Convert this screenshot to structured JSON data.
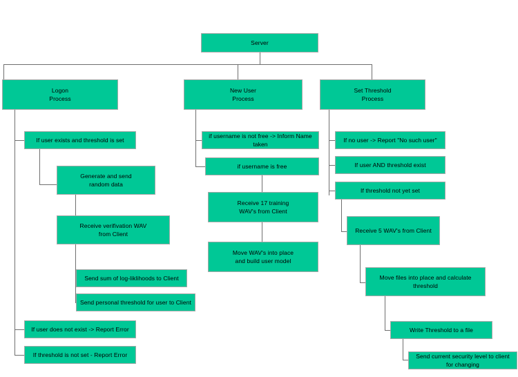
{
  "diagram": {
    "title_watermark": "",
    "colors": {
      "node_fill": "#00c896",
      "node_border": "#a8a8a8",
      "connector": "#6e6e6e",
      "background": "#ffffff",
      "text": "#000000"
    },
    "nodes": {
      "server": "Server",
      "logon_process": "Logon\nProcess",
      "new_user_process": "New User\nProcess",
      "set_threshold_process": "Set Threshold\nProcess",
      "logon_1": "If user exists and threshold is set",
      "logon_2": "Generate and send\nrandom data",
      "logon_3": "Receive verifivation WAV\nfrom Client",
      "logon_4": "Send sum of log-liklihoods to Client",
      "logon_5": "Send personal threshold for user to Client",
      "logon_6": "If user does not exist -> Report Error",
      "logon_7": "If threshold is not set - Report Error",
      "newuser_1": "if username is not free -> Inform Name taken",
      "newuser_2": "if username is free",
      "newuser_3": "Receive  17 training\nWAV's from Client",
      "newuser_4": "Move WAV's into place\nand build user model",
      "threshold_1": "If no user ->  Report \"No such user\"",
      "threshold_2": "If user AND threshold exist",
      "threshold_3": "If threshold not yet set",
      "threshold_4": "Receive 5 WAV's from Client",
      "threshold_5": "Move files into place and calculate threshold",
      "threshold_6": "Write Threshold to a file",
      "threshold_7": "Send current security level to client for changing"
    }
  }
}
